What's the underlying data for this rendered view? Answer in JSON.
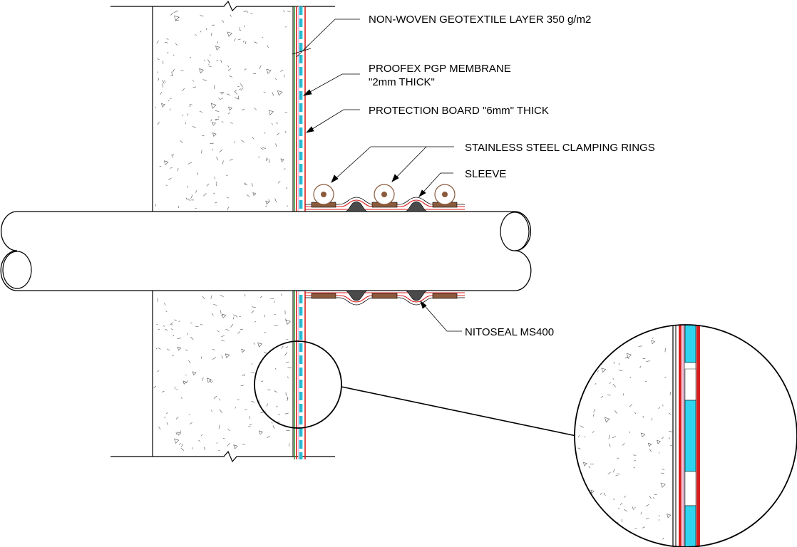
{
  "labels": {
    "geotextile": "NON-WOVEN GEOTEXTILE LAYER 350 g/m2",
    "membrane_line1": "PROOFEX PGP MEMBRANE",
    "membrane_line2": "\"2mm THICK\"",
    "protection_board": "PROTECTION BOARD \"6mm\" THICK",
    "clamping_rings": "STAINLESS STEEL CLAMPING RINGS",
    "sleeve": "SLEEVE",
    "sealant": "NITOSEAL MS400"
  },
  "colors": {
    "line": "#000000",
    "membrane_red": "#d81e1e",
    "membrane_green": "#1e8c1e",
    "protection_cyan": "#33d6ee",
    "protection_pink": "#f0b8d8",
    "clamp_brown": "#8b5a3c",
    "sleeve_red": "#c0392b",
    "sealant_gray": "#4a4a4a",
    "detail_cyan": "#2fd3ee"
  }
}
